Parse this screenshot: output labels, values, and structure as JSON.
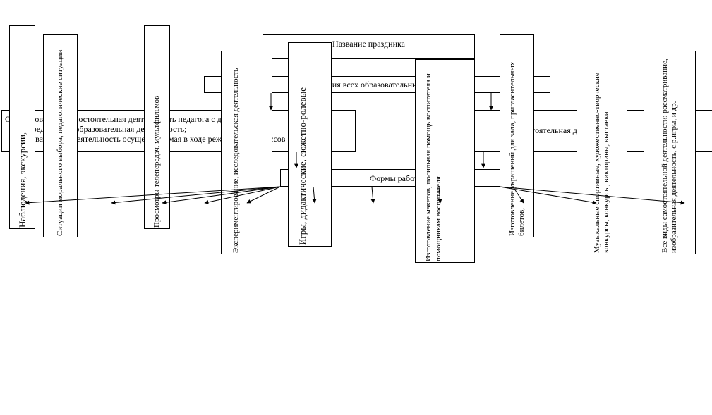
{
  "colors": {
    "line": "#000000",
    "fill": "#ffffff"
  },
  "holiday_title": "Название праздника",
  "integration_title": "Интеграция всех образовательных областей",
  "organization_text_lines": [
    "Организованная самостоятельная деятельность педагога с детьми:",
    "– непосредственно образовательная деятельность;",
    "– образовательная деятельность осуществляемая в ходе режимных процессов"
  ],
  "independent_activity": "Самостоятельная деятельность",
  "work_forms_title": "Формы работы",
  "forms": {
    "observations": "Наблюдения, экскурсии,",
    "moral_situations": "Ситуации морального выбора, педагогические ситуации",
    "tv_viewing": "Просмотры телепередач, мультфильмов",
    "experiments": "Экспериментирование, исследовательская деятельность",
    "games": "Игры, дидактические, сюжетно-ролевые",
    "layouts": "Изготовление макетов, посильная помощь воспитателя и помощникам воспитателя",
    "decorations": "Изготовление украшений для зала, пригласительных билетов,",
    "events": "Музыкальные спортивные, художественно-творческие конкурсы, конкурсы, викторины, выставки",
    "all_kinds": "Все виды самостоятельной деятельности: рассматривание, изобразительная деятельность, с.р.игры, и др."
  }
}
